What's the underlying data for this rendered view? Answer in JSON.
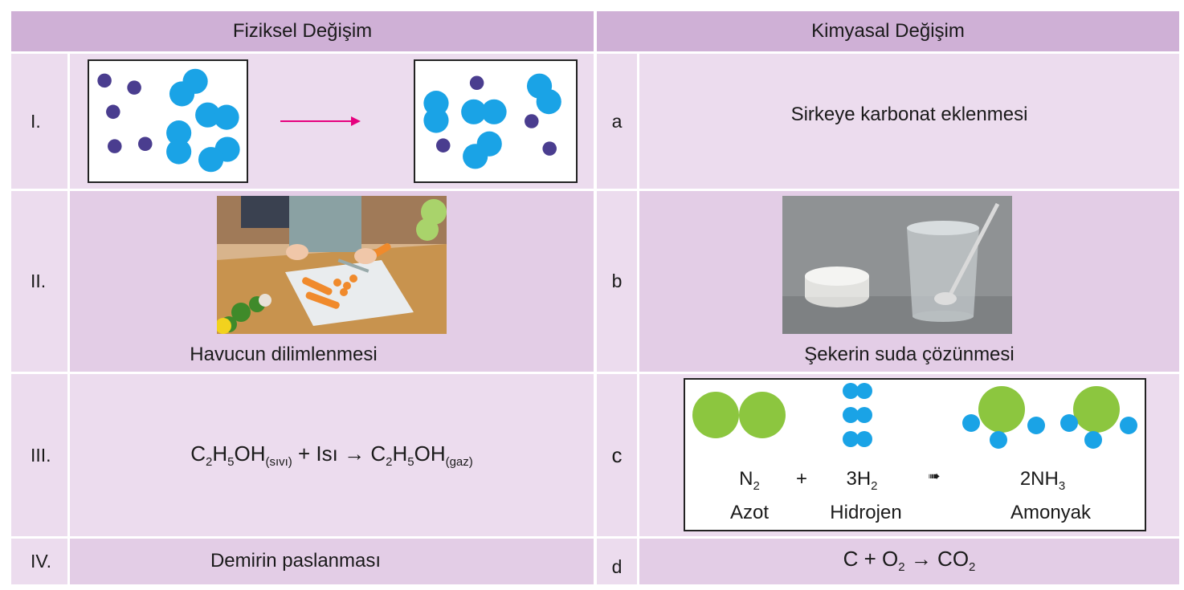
{
  "headers": {
    "physical": "Fiziksel Değişim",
    "chemical": "Kimyasal Değişim"
  },
  "rows": [
    {
      "roman": "I.",
      "letter": "a",
      "chemical_text": "Sirkeye karbonat eklenmesi"
    },
    {
      "roman": "II.",
      "letter": "b",
      "physical_caption": "Havucun dilimlenmesi",
      "chemical_caption": "Şekerin suda çözünmesi"
    },
    {
      "roman": "III.",
      "letter": "c",
      "equation": {
        "lhs_c": "C",
        "lhs_c_sub": "2",
        "lhs_h": "H",
        "lhs_h_sub": "5",
        "lhs_oh": "OH",
        "lhs_state": "(sıvı)",
        "plus_heat": " + Isı ",
        "arrow": "→",
        "rhs_c": "C",
        "rhs_c_sub": "2",
        "rhs_h": "H",
        "rhs_h_sub": "5",
        "rhs_oh": "OH",
        "rhs_state": "(gaz)"
      },
      "reaction": {
        "n2": "N",
        "n2_sub": "2",
        "plus": "+",
        "h2": "3H",
        "h2_sub": "2",
        "arrow": "➠",
        "nh3": "2NH",
        "nh3_sub": "3",
        "azot": "Azot",
        "hidrojen": "Hidrojen",
        "amonyak": "Amonyak"
      }
    },
    {
      "roman": "IV.",
      "letter": "d",
      "physical_text": "Demirin paslanması",
      "equation": {
        "c": "C + O",
        "o_sub": "2",
        "arrow": " → ",
        "co": "CO",
        "co_sub": "2"
      }
    }
  ],
  "colors": {
    "header": "#cfb0d6",
    "row_light": "#ecdcee",
    "row_mid": "#e3cde6",
    "small_particle": "#4a3d8f",
    "blue_particle": "#1aa3e6",
    "green_atom": "#8cc63f",
    "arrow_pink": "#e6007e"
  }
}
